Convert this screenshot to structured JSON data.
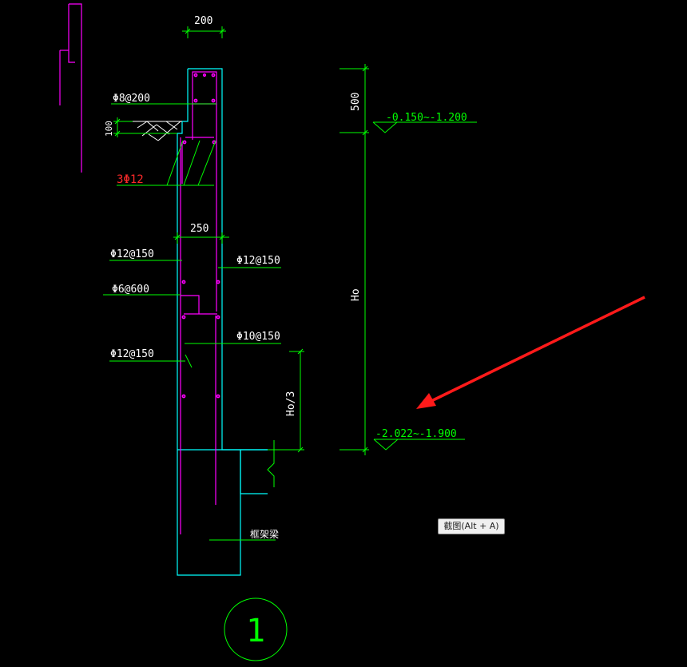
{
  "colors": {
    "background": "#000000",
    "dimension": "#00ff00",
    "outline": "#00ffff",
    "rebar": "#ff00ff",
    "text": "#ffffff",
    "highlight": "#ff2a2a",
    "arrow": "#ff1a1a"
  },
  "labels": {
    "width_top": "200",
    "width_mid": "250",
    "stirrup_top": "Φ8@200",
    "dim_100": "100",
    "bars_3": "3Φ12",
    "left_bars": "Φ12@150",
    "right_bars": "Φ12@150",
    "tie_bars": "Φ6@600",
    "bottom_bars": "Φ10@150",
    "lower_left_bars": "Φ12@150",
    "dim_500": "500",
    "elev_top": "-0.150~-1.200",
    "height_ho": "Ho",
    "height_ho3": "Ho/3",
    "elev_bottom": "-2.022~-1.900",
    "beam_label": "框架梁",
    "detail_number": "1"
  },
  "tooltip": {
    "text": "截图(Alt + A)"
  }
}
